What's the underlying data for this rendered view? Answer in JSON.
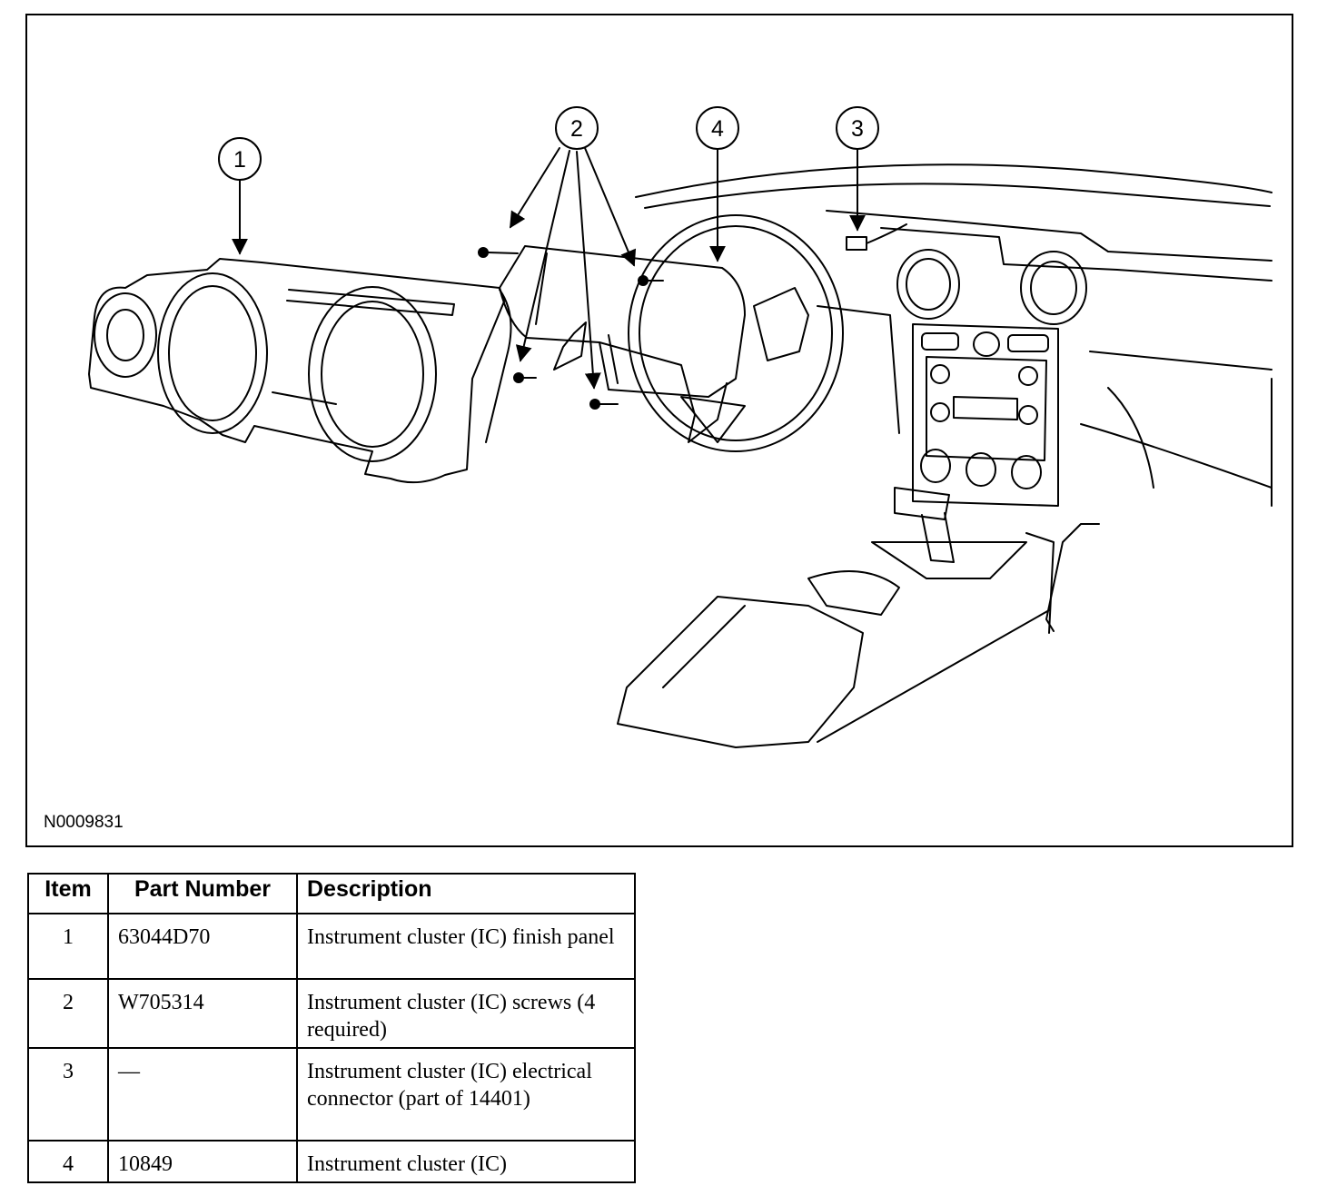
{
  "figure": {
    "id": "N0009831",
    "callouts": [
      "1",
      "2",
      "3",
      "4"
    ]
  },
  "table": {
    "headers": {
      "item": "Item",
      "part_number": "Part Number",
      "description": "Description"
    },
    "rows": [
      {
        "item": "1",
        "part_number": "63044D70",
        "description": "Instrument cluster (IC) finish panel"
      },
      {
        "item": "2",
        "part_number": "W705314",
        "description": "Instrument cluster (IC) screws (4 required)"
      },
      {
        "item": "3",
        "part_number": "—",
        "description": "Instrument cluster (IC) electrical connector (part of 14401)"
      },
      {
        "item": "4",
        "part_number": "10849",
        "description": "Instrument cluster (IC)"
      }
    ]
  }
}
